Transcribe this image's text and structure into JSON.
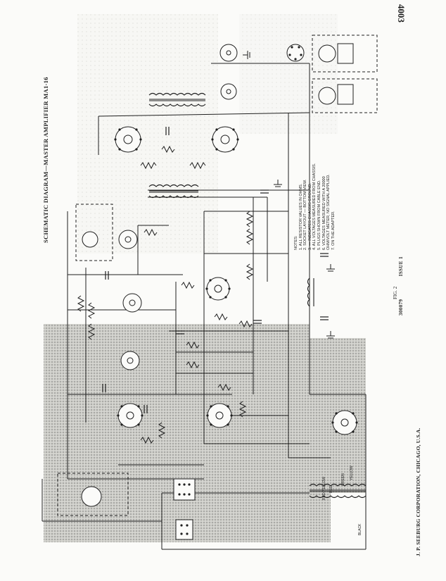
{
  "page_number": "4003",
  "title": "SCHEMATIC DIAGRAM—MASTER AMPLIFIER MA1-16",
  "figure_label": "FIG. 2",
  "footer_company": "J. P. SEEBURG CORPORATION, CHICAGO, U.S.A.",
  "issue_code": "300079",
  "issue_label": "ISSUE 1",
  "notes_heading": "NOTES:",
  "notes": [
    "1. ALL RESISTOR VALUES IN OHMS.",
    "2. SOCKET LAYOUT — BOTTOM VIEW.",
    "3. — INDICATES CHASSIS GROUND.",
    "4. ALL VOLTAGES MEASURED FROM CHASSIS.",
    "5. PLUGS SHOWN FROM CABLE END.",
    "6. VOLTAGES MEASURED WITH A 20000",
    "   OHM/VOLT METER, NO SIGNAL APPLIED.",
    "7. ON THE ADAPTER."
  ],
  "wire_colors": [
    "RED-YELLOW",
    "RED",
    "GREEN",
    "YELLOW",
    "BLACK"
  ],
  "colors": {
    "ink": "#1f1f1f",
    "paper": "#fbfbf9",
    "halftone": "#9a9a96"
  }
}
